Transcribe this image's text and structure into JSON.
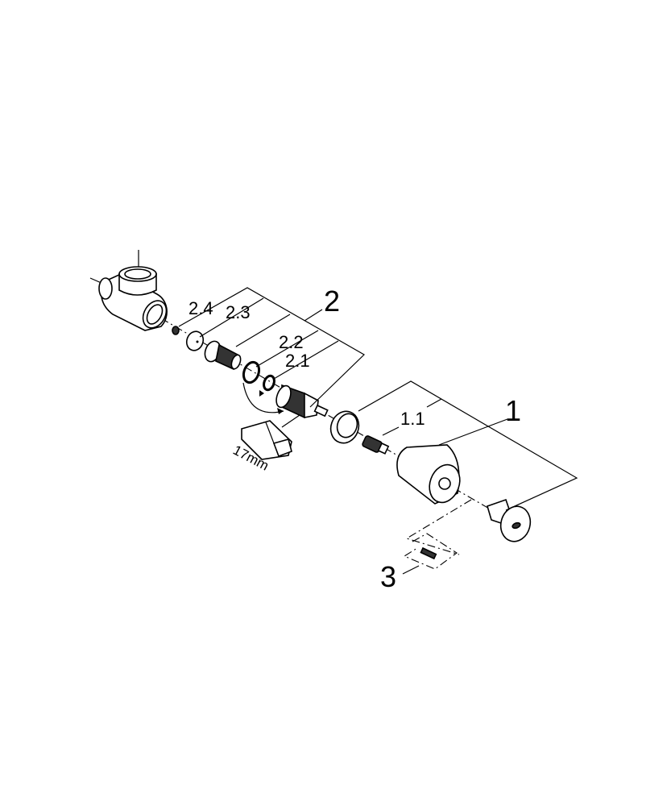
{
  "diagram": {
    "type": "exploded-parts-view",
    "labels": {
      "group_1": "1",
      "part_1_1": "1.1",
      "group_2": "2",
      "part_2_1": "2.1",
      "part_2_2": "2.2",
      "part_2_3": "2.3",
      "part_2_4": "2.4",
      "group_3": "3",
      "wrench_size": "17mm"
    }
  }
}
